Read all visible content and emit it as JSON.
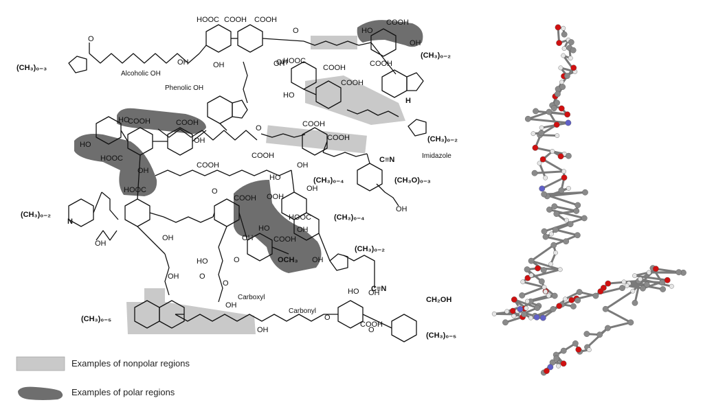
{
  "colors": {
    "nonpolar": "#c9c9c9",
    "polar": "#6e6e6e",
    "bond": "#111111",
    "atom_carbon": "#8a8a8a",
    "atom_hydrogen": "#e6e6e6",
    "atom_oxygen": "#d01010",
    "atom_nitrogen": "#6060c8"
  },
  "labels": {
    "furan_ch3": "(CH₃)₀₋₃",
    "alcoholic_oh": "Alcoholic OH",
    "phenolic_oh": "Phenolic OH",
    "indole_ch3": "(CH₃)₀₋₂",
    "imidazole_ch3": "(CH₃)₀₋₂",
    "imidazole": "Imidazole",
    "nitrile": "C≡N",
    "aryl_ch3_left": "(CH₃)₀₋₄",
    "aryl_ch3o": "(CH₃O)₀₋₃",
    "pyridine_ch3": "(CH₃)₀₋₂",
    "naphth_ch3": "(CH₃)₀₋₄",
    "furan2_ch3": "(CH₃)₀₋₂",
    "nitrile2": "C≡N",
    "carboxyl": "Carboxyl",
    "carbonyl": "Carbonyl",
    "anthracene_ch3": "(CH₃)₀₋₅",
    "ch2oh": "CH₂OH",
    "benzyl_ch3": "(CH₃)₀₋₅",
    "och3": "OCH₃",
    "nh": "H",
    "n": "N"
  },
  "groups": {
    "cooh": "COOH",
    "hooc": "HOOC",
    "oh": "OH",
    "ho": "HO",
    "o": "O",
    "ooh": "OOH"
  },
  "legend": {
    "nonpolar": "Examples of nonpolar regions",
    "polar": "Examples of polar regions"
  }
}
